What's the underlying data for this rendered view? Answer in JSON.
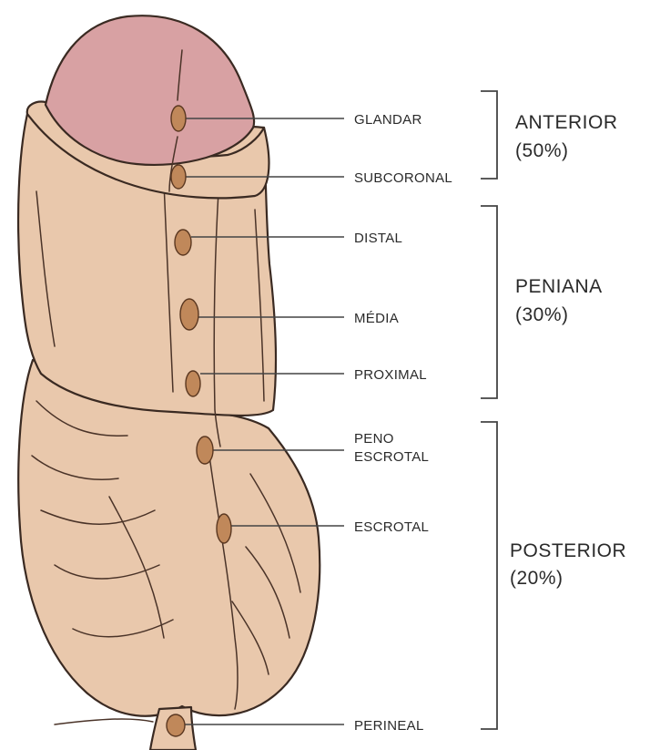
{
  "locations": [
    {
      "id": "glandar",
      "lines": [
        "GLANDAR"
      ]
    },
    {
      "id": "subcoronal",
      "lines": [
        "SUBCORONAL"
      ]
    },
    {
      "id": "distal",
      "lines": [
        "DISTAL"
      ]
    },
    {
      "id": "media",
      "lines": [
        "MÉDIA"
      ]
    },
    {
      "id": "proximal",
      "lines": [
        "PROXIMAL"
      ]
    },
    {
      "id": "penoescrotal",
      "lines": [
        "PENO",
        "ESCROTAL"
      ]
    },
    {
      "id": "escrotal",
      "lines": [
        "ESCROTAL"
      ]
    },
    {
      "id": "perineal",
      "lines": [
        "PERINEAL"
      ]
    }
  ],
  "groups": [
    {
      "id": "anterior",
      "name": "ANTERIOR",
      "percent": "(50%)"
    },
    {
      "id": "peniana",
      "name": "PENIANA",
      "percent": "(30%)"
    },
    {
      "id": "posterior",
      "name": "POSTERIOR",
      "percent": "(20%)"
    }
  ],
  "colors": {
    "skin": "#e9c8ac",
    "glans": "#d8a1a3",
    "meatus": "#c0885a",
    "outline": "#3a2a22"
  }
}
